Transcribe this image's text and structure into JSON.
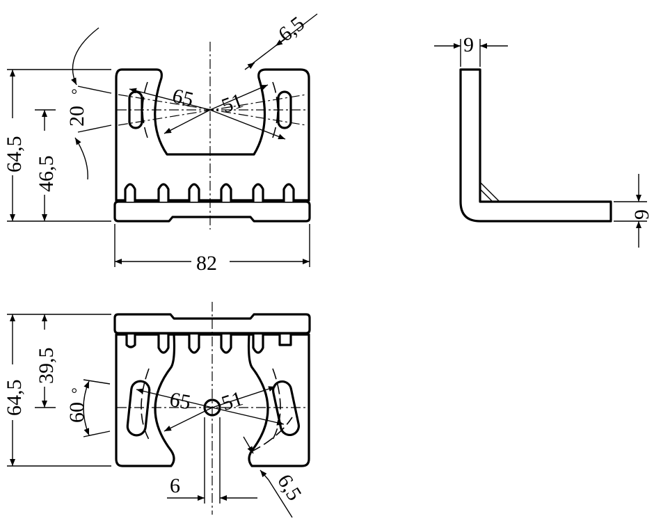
{
  "views": {
    "front": {
      "overall_height": "64,5",
      "slot_center_height": "46,5",
      "slot_angle": "20",
      "outer_radius": "65",
      "inner_radius": "51",
      "slot_width": "6,5",
      "overall_width": "82"
    },
    "side": {
      "thickness_top": "9",
      "thickness_bottom": "9"
    },
    "bottom": {
      "overall_height": "64,5",
      "slot_center_height": "39,5",
      "slot_angle": "60",
      "outer_radius": "65",
      "inner_radius": "51",
      "hole_diameter": "6",
      "slot_width": "6,5"
    }
  },
  "degree_symbol": "°"
}
